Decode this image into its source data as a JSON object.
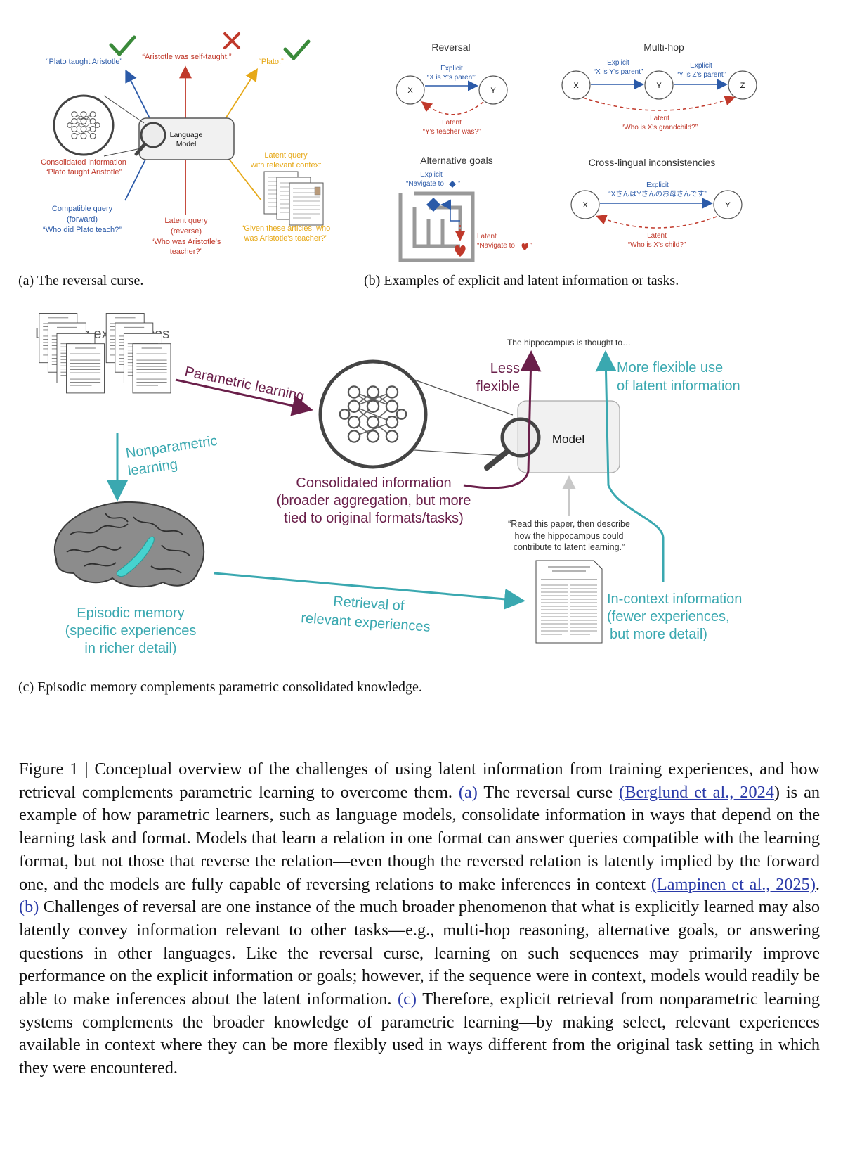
{
  "panel_a": {
    "top_left_quote": "“Plato taught Aristotle”",
    "top_mid_quote": "“Aristotle was self-taught.”",
    "top_right_quote": "“Plato.”",
    "model_line1": "Language",
    "model_line2": "Model",
    "consolidated_line1": "Consolidated information",
    "consolidated_line2": "“Plato taught Aristotle”",
    "compatible_line1": "Compatible query",
    "compatible_line2": "(forward)",
    "compatible_line3": "“Who did Plato teach?”",
    "latent_line1": "Latent query",
    "latent_line2": "(reverse)",
    "latent_line3": "“Who was Aristotle's",
    "latent_line4": "teacher?”",
    "context_line1": "Latent query",
    "context_line2": "with relevant context",
    "articles_line1": "“Given these articles, who",
    "articles_line2": "was Aristotle's teacher?”",
    "caption": "(a) The reversal curse."
  },
  "panel_b": {
    "reversal_title": "Reversal",
    "rev_explicit": "Explicit",
    "rev_explicit_q": "“X is Y's parent”",
    "rev_x": "X",
    "rev_y": "Y",
    "rev_latent": "Latent",
    "rev_latent_q": "“Y's teacher was?”",
    "multihop_title": "Multi-hop",
    "mh_explicit1": "Explicit",
    "mh_explicit1_q": "“X is Y's parent”",
    "mh_explicit2": "Explicit",
    "mh_explicit2_q": "“Y is Z's parent”",
    "mh_x": "X",
    "mh_y": "Y",
    "mh_z": "Z",
    "mh_latent": "Latent",
    "mh_latent_q": "“Who is X's grandchild?”",
    "alt_title": "Alternative goals",
    "alt_explicit": "Explicit",
    "alt_explicit_q": "“Navigate to",
    "alt_latent": "Latent",
    "alt_latent_q": "“Navigate to",
    "cl_title": "Cross-lingual inconsistencies",
    "cl_explicit": "Explicit",
    "cl_explicit_q": "“XさんはYさんのお母さんです”",
    "cl_x": "X",
    "cl_y": "Y",
    "cl_latent": "Latent",
    "cl_latent_q": "“Who is X's child?”",
    "caption": "(b) Examples of explicit and latent information or tasks."
  },
  "panel_c": {
    "learning_experiences": "Learning experiences",
    "parametric_learning": "Parametric learning",
    "nonparametric_line1": "Nonparametric",
    "nonparametric_line2": "learning",
    "hippocampus_note": "The hippocampus is thought to…",
    "less_line1": "Less",
    "less_line2": "flexible",
    "more_line1": "More flexible use",
    "more_line2": "of latent information",
    "model": "Model",
    "consolidated_line1": "Consolidated information",
    "consolidated_line2": "(broader aggregation, but more",
    "consolidated_line3": "tied to original formats/tasks)",
    "read_line1": "“Read this paper, then describe",
    "read_line2": "how the hippocampus could",
    "read_line3": "contribute to latent learning.”",
    "episodic_line1": "Episodic memory",
    "episodic_line2": "(specific experiences",
    "episodic_line3": "in richer detail)",
    "retrieval_line1": "Retrieval of",
    "retrieval_line2": "relevant experiences",
    "incontext_line1": "In-context information",
    "incontext_line2": "(fewer experiences,",
    "incontext_line3": "but more detail)",
    "caption": "(c) Episodic memory complements parametric consolidated knowledge."
  },
  "figure_caption": {
    "s1": "Figure 1 | Conceptual overview of the challenges of using latent information from training experiences, and how retrieval complements parametric learning to overcome them.",
    "a": "(a)",
    "s2": "The reversal curse",
    "ref1": "(Berglund et al., 2024",
    "s3": ") is an example of how parametric learners, such as language models, consolidate information in ways that depend on the learning task and format. Models that learn a relation in one format can answer queries compatible with the learning format, but not those that reverse the relation—even though the reversed relation is latently implied by the forward one, and the models are fully capable of reversing relations to make inferences in context",
    "ref2": "(Lampinen et al., 2025)",
    "s4": ".",
    "b": "(b)",
    "s5": "Challenges of reversal are one instance of the much broader phenomenon that what is explicitly learned may also latently convey information relevant to other tasks—e.g., multi-hop reasoning, alternative goals, or answering questions in other languages. Like the reversal curse, learning on such sequences may primarily improve performance on the explicit information or goals; however, if the sequence were in context, models would readily be able to make inferences about the latent information.",
    "c": "(c)",
    "s6": "Therefore, explicit retrieval from nonparametric learning systems complements the broader knowledge of parametric learning—by making select, relevant experiences available in context where they can be more flexibly used in ways different from the original task setting in which they were encountered."
  },
  "colors": {
    "blue": "#2b5aa8",
    "red": "#c0392b",
    "gold": "#e6a817",
    "green": "#3a8a3a",
    "teal": "#3aa8b0",
    "purple": "#6a1f4a"
  }
}
